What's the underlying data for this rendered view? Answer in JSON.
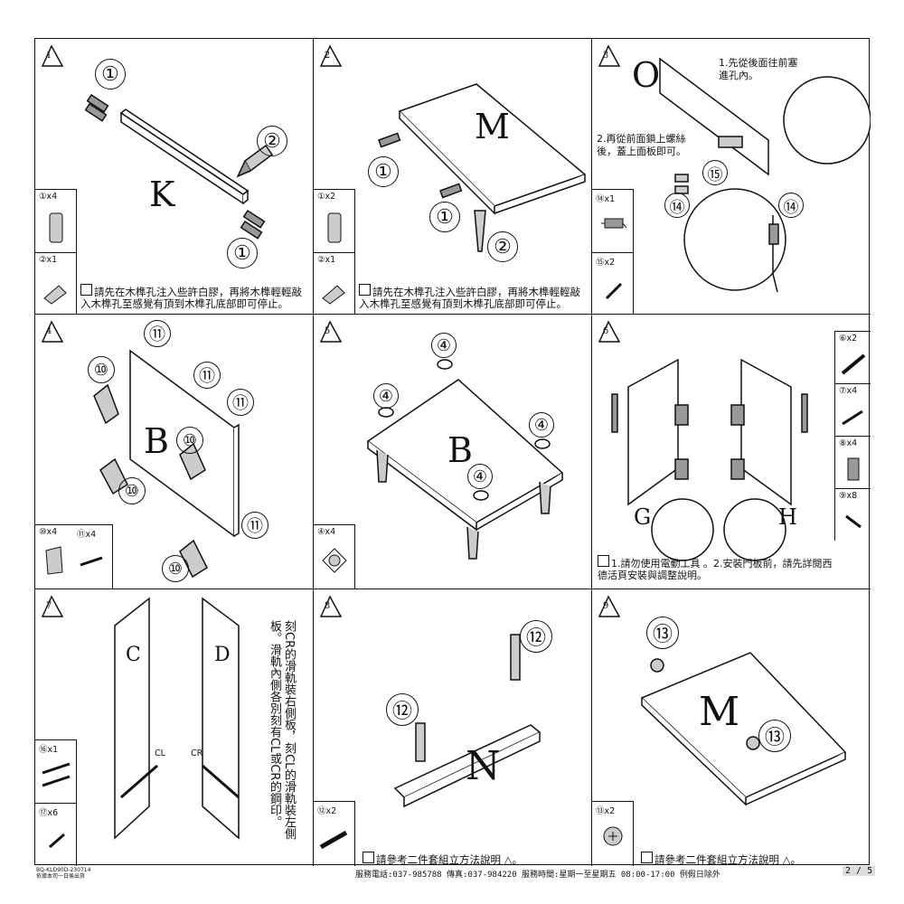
{
  "steps": [
    {
      "num": "1",
      "part_letter": "K",
      "parts": [
        {
          "label": "①x4",
          "icon": "dowel-icon"
        },
        {
          "label": "②x1",
          "icon": "glue-bottle-icon"
        }
      ],
      "note": "請先在木榫孔注入些許白膠，再將木榫輕輕敲入木榫孔至感覺有頂到木榫孔底部即可停止。",
      "callouts": [
        "①",
        "②",
        "①"
      ]
    },
    {
      "num": "2",
      "part_letter": "M",
      "parts": [
        {
          "label": "①x2",
          "icon": "dowel-icon"
        },
        {
          "label": "②x1",
          "icon": "glue-bottle-icon"
        }
      ],
      "note": "請先在木榫孔注入些許白膠，再將木榫輕輕敲入木榫孔至感覺有頂到木榫孔底部即可停止。",
      "callouts": [
        "①",
        "①",
        "②"
      ]
    },
    {
      "num": "3",
      "part_letter": "O",
      "parts": [
        {
          "label": "⑭x1",
          "icon": "power-switch-icon"
        },
        {
          "label": "⑮x2",
          "icon": "screw-icon"
        }
      ],
      "note_a": "1.先從後面往前塞進孔內。",
      "note_b": "2.再從前面鎖上螺絲後，蓋上面板即可。",
      "callouts": [
        "⑮",
        "⑭",
        "⑭"
      ]
    },
    {
      "num": "4",
      "part_letter": "B",
      "parts": [
        {
          "label": "⑩x4",
          "icon": "leg-icon"
        },
        {
          "label": "⑪x4",
          "icon": "screw-icon"
        }
      ],
      "callouts": [
        "⑪",
        "⑩",
        "⑪",
        "⑪",
        "⑩",
        "⑩",
        "⑪",
        "⑩"
      ]
    },
    {
      "num": "5",
      "part_letter": "B",
      "parts": [
        {
          "label": "④x4",
          "icon": "foot-pad-icon"
        }
      ],
      "callouts": [
        "④",
        "④",
        "④",
        "④"
      ]
    },
    {
      "num": "6",
      "part_letters": [
        "G",
        "H"
      ],
      "parts": [
        {
          "label": "⑥x2",
          "icon": "bumper-strip-icon"
        },
        {
          "label": "⑦x4",
          "icon": "screw-icon"
        },
        {
          "label": "⑧x4",
          "icon": "hinge-icon"
        },
        {
          "label": "⑨x8",
          "icon": "screw-icon"
        }
      ],
      "note": "1.請勿使用電動工具 。2.安裝門板前，請先詳閱西德活頁安裝與調整說明。"
    },
    {
      "num": "7",
      "part_letters": [
        "C",
        "D"
      ],
      "parts": [
        {
          "label": "⑯x1",
          "icon": "drawer-slide-icon"
        },
        {
          "label": "⑰x6",
          "icon": "screw-icon"
        }
      ],
      "slide_labels": [
        "CL",
        "CR"
      ],
      "vertical_note": "刻CR的滑軌裝右側板，刻CL的滑軌裝左側板。滑軌內側各別刻有CL或CR的鋼印。"
    },
    {
      "num": "8",
      "part_letter": "N",
      "parts": [
        {
          "label": "⑫x2",
          "icon": "cam-bolt-icon"
        }
      ],
      "note": "請參考二件套組立方法說明",
      "callouts": [
        "⑫",
        "⑫"
      ]
    },
    {
      "num": "9",
      "part_letter": "M",
      "parts": [
        {
          "label": "⑬x2",
          "icon": "cam-lock-icon"
        }
      ],
      "note": "請參考二件套組立方法說明",
      "callouts": [
        "⑬",
        "⑬"
      ]
    }
  ],
  "footer": {
    "code": "BQ-KLD90D-230714",
    "sub": "依據本司一日後出貨",
    "service": "服務電話:037-985788   傳真:037-984220   服務時間:星期一至星期五 08:00-17:00 例假日除外",
    "page": "2 / 5"
  }
}
